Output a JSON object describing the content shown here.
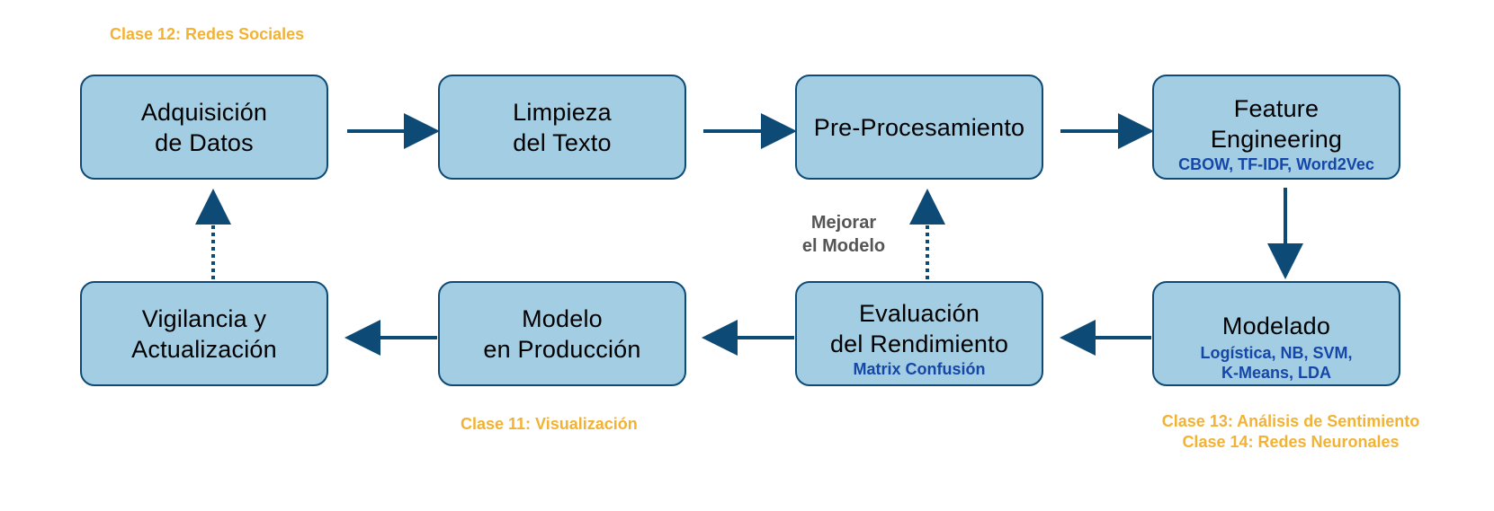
{
  "colors": {
    "box_fill": "#a3cde3",
    "box_border": "#0d4a75",
    "arrow": "#0d4a75",
    "sub_text": "#1547a8",
    "class_note": "#f2b233",
    "note_gray": "#555555"
  },
  "nodes": {
    "adquisicion": {
      "lines": [
        "Adquisición",
        "de Datos"
      ]
    },
    "limpieza": {
      "lines": [
        "Limpieza",
        "del Texto"
      ]
    },
    "preproc": {
      "lines": [
        "Pre-Procesamiento"
      ]
    },
    "feature": {
      "lines": [
        "Feature",
        "Engineering"
      ],
      "sub": [
        "CBOW, TF-IDF, Word2Vec"
      ]
    },
    "modelado": {
      "lines": [
        "Modelado"
      ],
      "sub": [
        "Logística, NB, SVM,",
        "K-Means, LDA"
      ]
    },
    "evaluacion": {
      "lines": [
        "Evaluación",
        "del Rendimiento"
      ],
      "sub": [
        "Matrix Confusión"
      ]
    },
    "produccion": {
      "lines": [
        "Modelo",
        "en Producción"
      ]
    },
    "vigilancia": {
      "lines": [
        "Vigilancia y",
        "Actualización"
      ]
    }
  },
  "notes": {
    "clase12": "Clase 12: Redes Sociales",
    "clase11": "Clase 11: Visualización",
    "clase13": "Clase 13: Análisis de Sentimiento",
    "clase14": "Clase 14: Redes Neuronales",
    "mejorar": [
      "Mejorar",
      "el Modelo"
    ]
  },
  "edges": [
    {
      "from": "adquisicion",
      "to": "limpieza",
      "style": "solid"
    },
    {
      "from": "limpieza",
      "to": "preproc",
      "style": "solid"
    },
    {
      "from": "preproc",
      "to": "feature",
      "style": "solid"
    },
    {
      "from": "feature",
      "to": "modelado",
      "style": "solid"
    },
    {
      "from": "modelado",
      "to": "evaluacion",
      "style": "solid"
    },
    {
      "from": "evaluacion",
      "to": "produccion",
      "style": "solid"
    },
    {
      "from": "produccion",
      "to": "vigilancia",
      "style": "solid"
    },
    {
      "from": "vigilancia",
      "to": "adquisicion",
      "style": "dotted"
    },
    {
      "from": "evaluacion",
      "to": "preproc",
      "style": "dotted"
    }
  ]
}
